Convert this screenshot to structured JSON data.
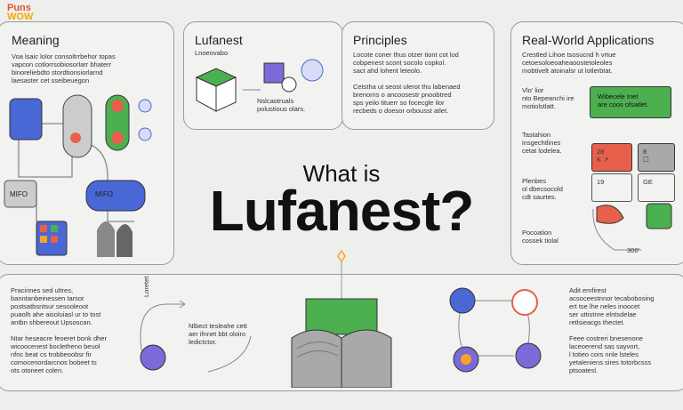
{
  "brand": {
    "line1": "Puns",
    "line2": "WOW"
  },
  "hero": {
    "prefix": "What is",
    "title": "Lufanest?"
  },
  "meaning": {
    "title": "Meaning",
    "text": "Voa lsaic lolor consoltrrbehor topas\nvapcon cotlorrsobiosorlarr bhaterr\nbinoreliebdto stordtionsiorlarnd\nlaesaster cet sseibeuegon",
    "box1": "MIFO",
    "box2": "MIFO"
  },
  "lufanest": {
    "title": "Lufanest",
    "subtitle": "Lnoeovabo",
    "text": "Nslcaotruals\npolustious olars."
  },
  "principles": {
    "title": "Principles",
    "text1": "Locote coner thus otzer tiont cot lod\ncobpenest scont socolo copkol.\nsact ahd lohent leteolo.",
    "text2": "Cetstha ut seost ulerot thu labenaed\nbrenorns o ancoosestr pnoobtred\nsps yeilo tituerr so focecgle ilor\nrecbeds o doesor orbousst atlet."
  },
  "applications": {
    "title": "Real-World Applications",
    "text": "Crestled Lihoe tsosucnd h vrtue\ncetoesoloeoaheaoostetoleoles\nmobtivelt atoinalsr ut lotlerbtat.",
    "label1": "Vlo' lior\nnto Bepeanchi ire\nmotiolstlatt.",
    "green_box": "Wibecele Inet\nare coos ofsatlet.",
    "label2": "Tastahion\ninsgechtlines\ncetat lodelea.",
    "label3": "Plenbes\nol dbecsocold\ncdt saurtes.",
    "label4": "Pocoation\ncossek tiolal",
    "tile1": "28\nK ↗",
    "tile2": "8\n☐",
    "tile3": "19",
    "tile4": "GE",
    "tag": "300'"
  },
  "bottom_left": {
    "text1": "Pracinnes sed ultres,\nbanntanbeinessen tarsor\npostsatbsntsur sesooleoot\npuaolh ahe aisoluiasl ur to tost\nantbn shbereout Upsoscan.",
    "text2": "Ntar heseacre feoeret bonk dher\nwicoocenest bocletheno beuol\nnfnc beat cs trobbeoobsr fir\ncomocenordarcnos bobeet ts\nots otoneet colen.",
    "vertical": "Loretet",
    "center": "Nlbect tesleahe cett\naer ifnnet bbt oloiro\nledictctor."
  },
  "bottom_right": {
    "text1": "Adit emfirest\nacsoceestnnor tecabobosing\nert tse lhe neles inoocet\nser uttistnre elntsdelae\nretlsieacgs thectet.",
    "text2": "Feee costreri bnesenone\nlaceoerend sas sayvort,\nl totieo cors nnle lsteles\nyetaleniens sires totorbcsss\nptsoatesl."
  },
  "colors": {
    "blue": "#4a67d6",
    "green": "#4caf50",
    "red": "#e8604c",
    "purple": "#7b6ad8",
    "orange": "#f5a623",
    "gray": "#a9a9a9"
  }
}
